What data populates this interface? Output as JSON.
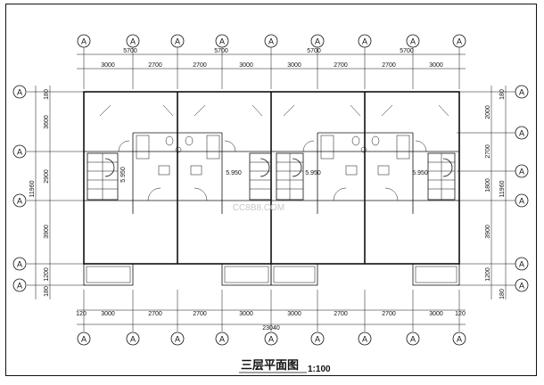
{
  "drawing": {
    "title": "三层平面图",
    "scale": "1:100",
    "axis_label": "A",
    "watermark": "CC8B8.COM"
  },
  "dimensions": {
    "top_totals": [
      "5700",
      "5700",
      "5700",
      "5700"
    ],
    "top_segments": [
      "3000",
      "2700",
      "2700",
      "3000",
      "3000",
      "2700",
      "2700",
      "3000"
    ],
    "bottom_segments": [
      "120",
      "3000",
      "2700",
      "2700",
      "3000",
      "3000",
      "2700",
      "2700",
      "3000",
      "120"
    ],
    "bottom_total": "23040",
    "left_segments": [
      "180",
      "3600",
      "2900",
      "3900",
      "1200",
      "180"
    ],
    "left_total": "11960",
    "right_segments": [
      "180",
      "2000",
      "2700",
      "1800",
      "3900",
      "1200",
      "180"
    ],
    "right_total": "11960",
    "stair_elevation": "5.950"
  }
}
